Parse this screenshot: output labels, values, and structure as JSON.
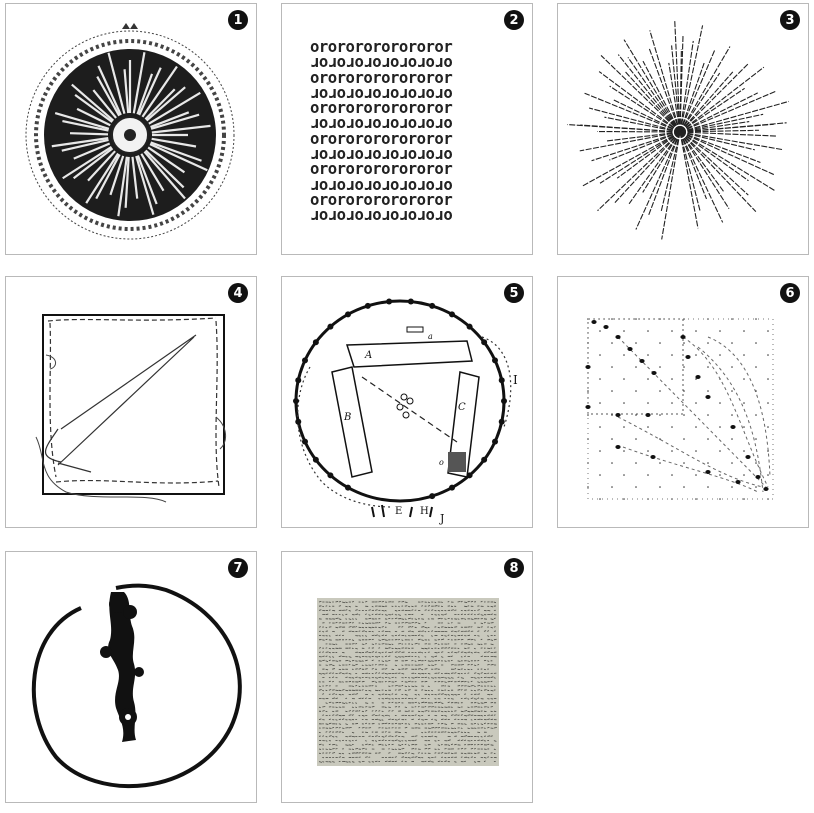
{
  "panels": [
    {
      "number": "1",
      "subject": "rotating disc chart"
    },
    {
      "number": "2",
      "subject": "text pattern",
      "text_rows": [
        "orororororororor",
        "ɹoɹoɹoɹoɹoɹoɹoɹo",
        "orororororororor",
        "ɹoɹoɹoɹoɹoɹoɹoɹo",
        "orororororororor",
        "ɹoɹoɹoɹoɹoɹoɹoɹo",
        "orororororororor",
        "ɹoɹoɹoɹoɹoɹoɹoɹo",
        "orororororororor",
        "ɹoɹoɹoɹoɹoɹoɹoɹo",
        "orororororororor",
        "ɹoɹoɹoɹoɹoɹoɹoɹo"
      ]
    },
    {
      "number": "3",
      "subject": "radiating lines"
    },
    {
      "number": "4",
      "subject": "square with diagonal lines"
    },
    {
      "number": "5",
      "subject": "circle diagram with labels",
      "labels": {
        "a": "A",
        "b": "B",
        "c": "C",
        "i": "I",
        "e": "E",
        "h": "H",
        "j": "J",
        "small_a": "a",
        "small_o": "o"
      }
    },
    {
      "number": "6",
      "subject": "dotted grid with curves"
    },
    {
      "number": "7",
      "subject": "ink circle with figure"
    },
    {
      "number": "8",
      "subject": "dense text texture"
    }
  ],
  "colors": {
    "badge": "#111111",
    "ink": "#1a1a1a",
    "border": "#b9b9b9"
  }
}
